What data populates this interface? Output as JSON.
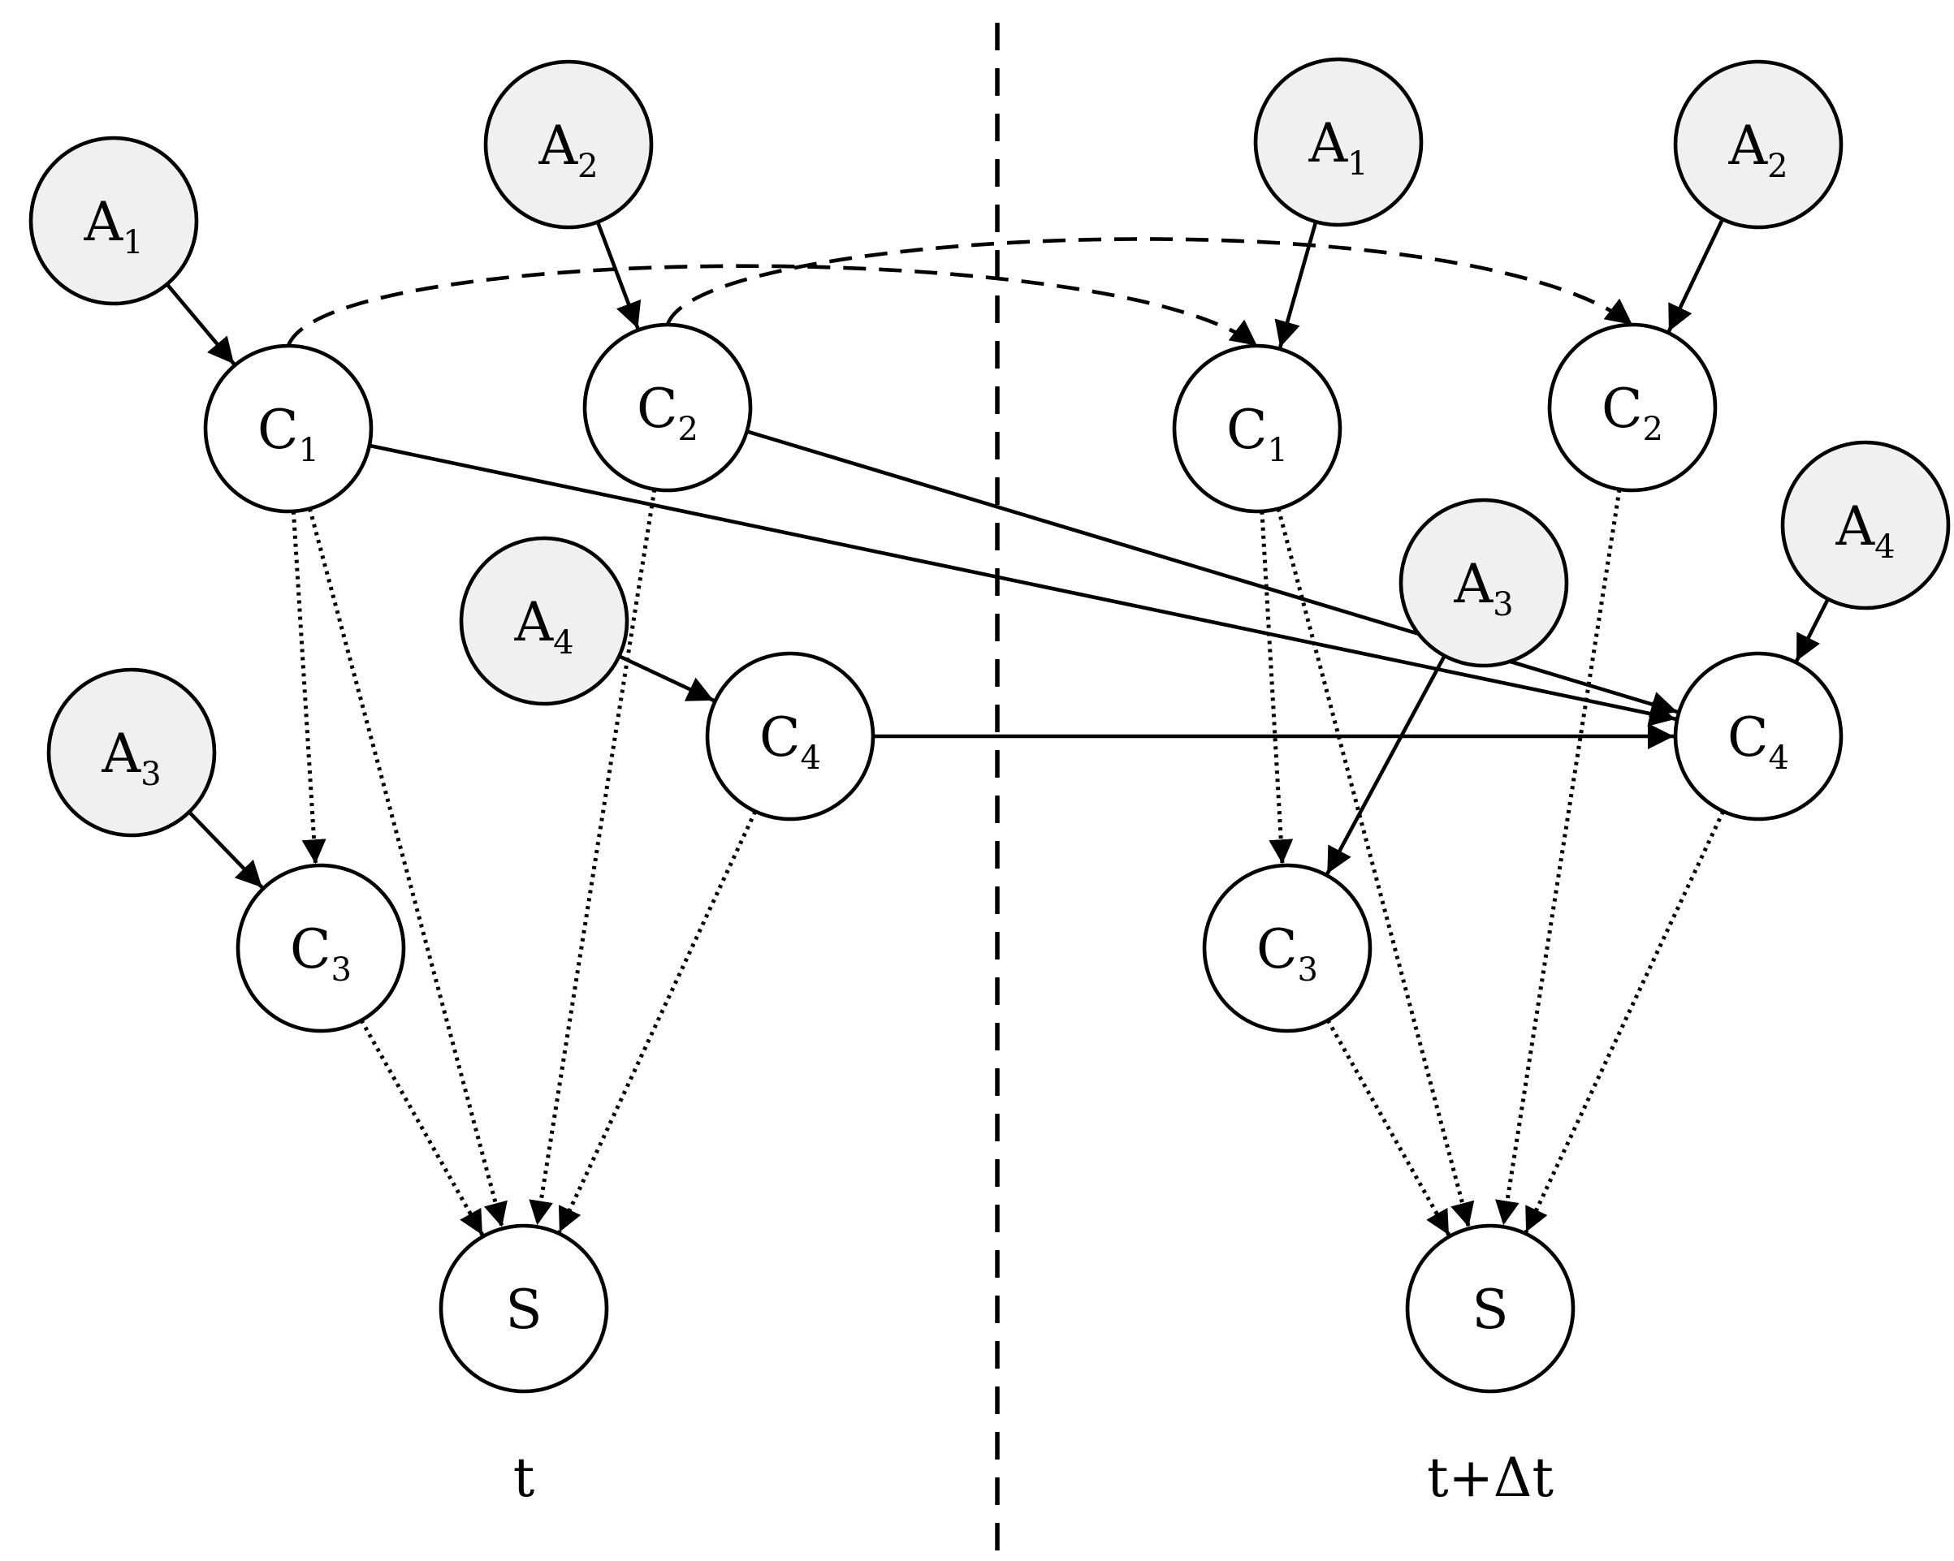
{
  "colors": {
    "observed_fill": "#f0f0f0",
    "hidden_fill": "#ffffff",
    "stroke": "#000000"
  },
  "slices": [
    {
      "key": "t",
      "label": "t"
    },
    {
      "key": "t_next",
      "label": "t+Δt"
    }
  ],
  "nodes": [
    {
      "id": "t_A1",
      "slice": "t",
      "base": "A",
      "sub": "1",
      "observed": true
    },
    {
      "id": "t_A2",
      "slice": "t",
      "base": "A",
      "sub": "2",
      "observed": true
    },
    {
      "id": "t_A3",
      "slice": "t",
      "base": "A",
      "sub": "3",
      "observed": true
    },
    {
      "id": "t_A4",
      "slice": "t",
      "base": "A",
      "sub": "4",
      "observed": true
    },
    {
      "id": "t_C1",
      "slice": "t",
      "base": "C",
      "sub": "1",
      "observed": false
    },
    {
      "id": "t_C2",
      "slice": "t",
      "base": "C",
      "sub": "2",
      "observed": false
    },
    {
      "id": "t_C3",
      "slice": "t",
      "base": "C",
      "sub": "3",
      "observed": false
    },
    {
      "id": "t_C4",
      "slice": "t",
      "base": "C",
      "sub": "4",
      "observed": false
    },
    {
      "id": "t_S",
      "slice": "t",
      "base": "S",
      "sub": "",
      "observed": false
    },
    {
      "id": "n_A1",
      "slice": "t_next",
      "base": "A",
      "sub": "1",
      "observed": true
    },
    {
      "id": "n_A2",
      "slice": "t_next",
      "base": "A",
      "sub": "2",
      "observed": true
    },
    {
      "id": "n_A3",
      "slice": "t_next",
      "base": "A",
      "sub": "3",
      "observed": true
    },
    {
      "id": "n_A4",
      "slice": "t_next",
      "base": "A",
      "sub": "4",
      "observed": true
    },
    {
      "id": "n_C1",
      "slice": "t_next",
      "base": "C",
      "sub": "1",
      "observed": false
    },
    {
      "id": "n_C2",
      "slice": "t_next",
      "base": "C",
      "sub": "2",
      "observed": false
    },
    {
      "id": "n_C3",
      "slice": "t_next",
      "base": "C",
      "sub": "3",
      "observed": false
    },
    {
      "id": "n_C4",
      "slice": "t_next",
      "base": "C",
      "sub": "4",
      "observed": false
    },
    {
      "id": "n_S",
      "slice": "t_next",
      "base": "S",
      "sub": "",
      "observed": false
    }
  ],
  "edges": [
    {
      "from": "t_A1",
      "to": "t_C1",
      "style": "solid"
    },
    {
      "from": "t_A2",
      "to": "t_C2",
      "style": "solid"
    },
    {
      "from": "t_A3",
      "to": "t_C3",
      "style": "solid"
    },
    {
      "from": "t_A4",
      "to": "t_C4",
      "style": "solid"
    },
    {
      "from": "t_C1",
      "to": "t_C3",
      "style": "dotted"
    },
    {
      "from": "t_C1",
      "to": "t_S",
      "style": "dotted"
    },
    {
      "from": "t_C2",
      "to": "t_S",
      "style": "dotted"
    },
    {
      "from": "t_C3",
      "to": "t_S",
      "style": "dotted"
    },
    {
      "from": "t_C4",
      "to": "t_S",
      "style": "dotted"
    },
    {
      "from": "n_A1",
      "to": "n_C1",
      "style": "solid"
    },
    {
      "from": "n_A2",
      "to": "n_C2",
      "style": "solid"
    },
    {
      "from": "n_A3",
      "to": "n_C3",
      "style": "solid"
    },
    {
      "from": "n_A4",
      "to": "n_C4",
      "style": "solid"
    },
    {
      "from": "n_C1",
      "to": "n_C3",
      "style": "dotted"
    },
    {
      "from": "n_C1",
      "to": "n_S",
      "style": "dotted"
    },
    {
      "from": "n_C2",
      "to": "n_S",
      "style": "dotted"
    },
    {
      "from": "n_C3",
      "to": "n_S",
      "style": "dotted"
    },
    {
      "from": "n_C4",
      "to": "n_S",
      "style": "dotted"
    },
    {
      "from": "t_C1",
      "to": "n_C4",
      "style": "solid"
    },
    {
      "from": "t_C2",
      "to": "n_C4",
      "style": "solid"
    },
    {
      "from": "t_C4",
      "to": "n_C4",
      "style": "solid"
    },
    {
      "from": "t_C1",
      "to": "n_C1",
      "style": "dashed"
    },
    {
      "from": "t_C2",
      "to": "n_C2",
      "style": "dashed"
    }
  ]
}
